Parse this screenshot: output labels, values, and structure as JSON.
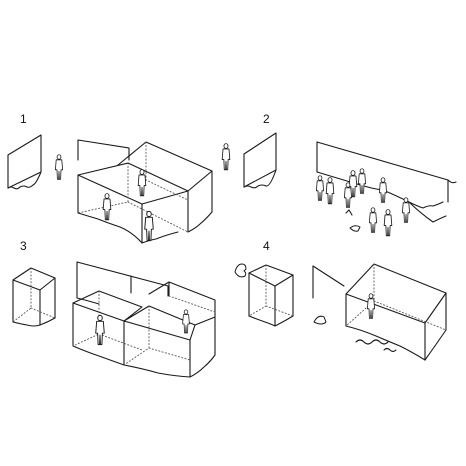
{
  "panels": [
    {
      "id": "panel-1",
      "label": "1"
    },
    {
      "id": "panel-2",
      "label": "2"
    },
    {
      "id": "panel-3",
      "label": "3"
    },
    {
      "id": "panel-4",
      "label": "4"
    }
  ],
  "colors": {
    "ink": "#1a1a1a",
    "paper": "#ffffff",
    "hidden_line": "#555555"
  }
}
